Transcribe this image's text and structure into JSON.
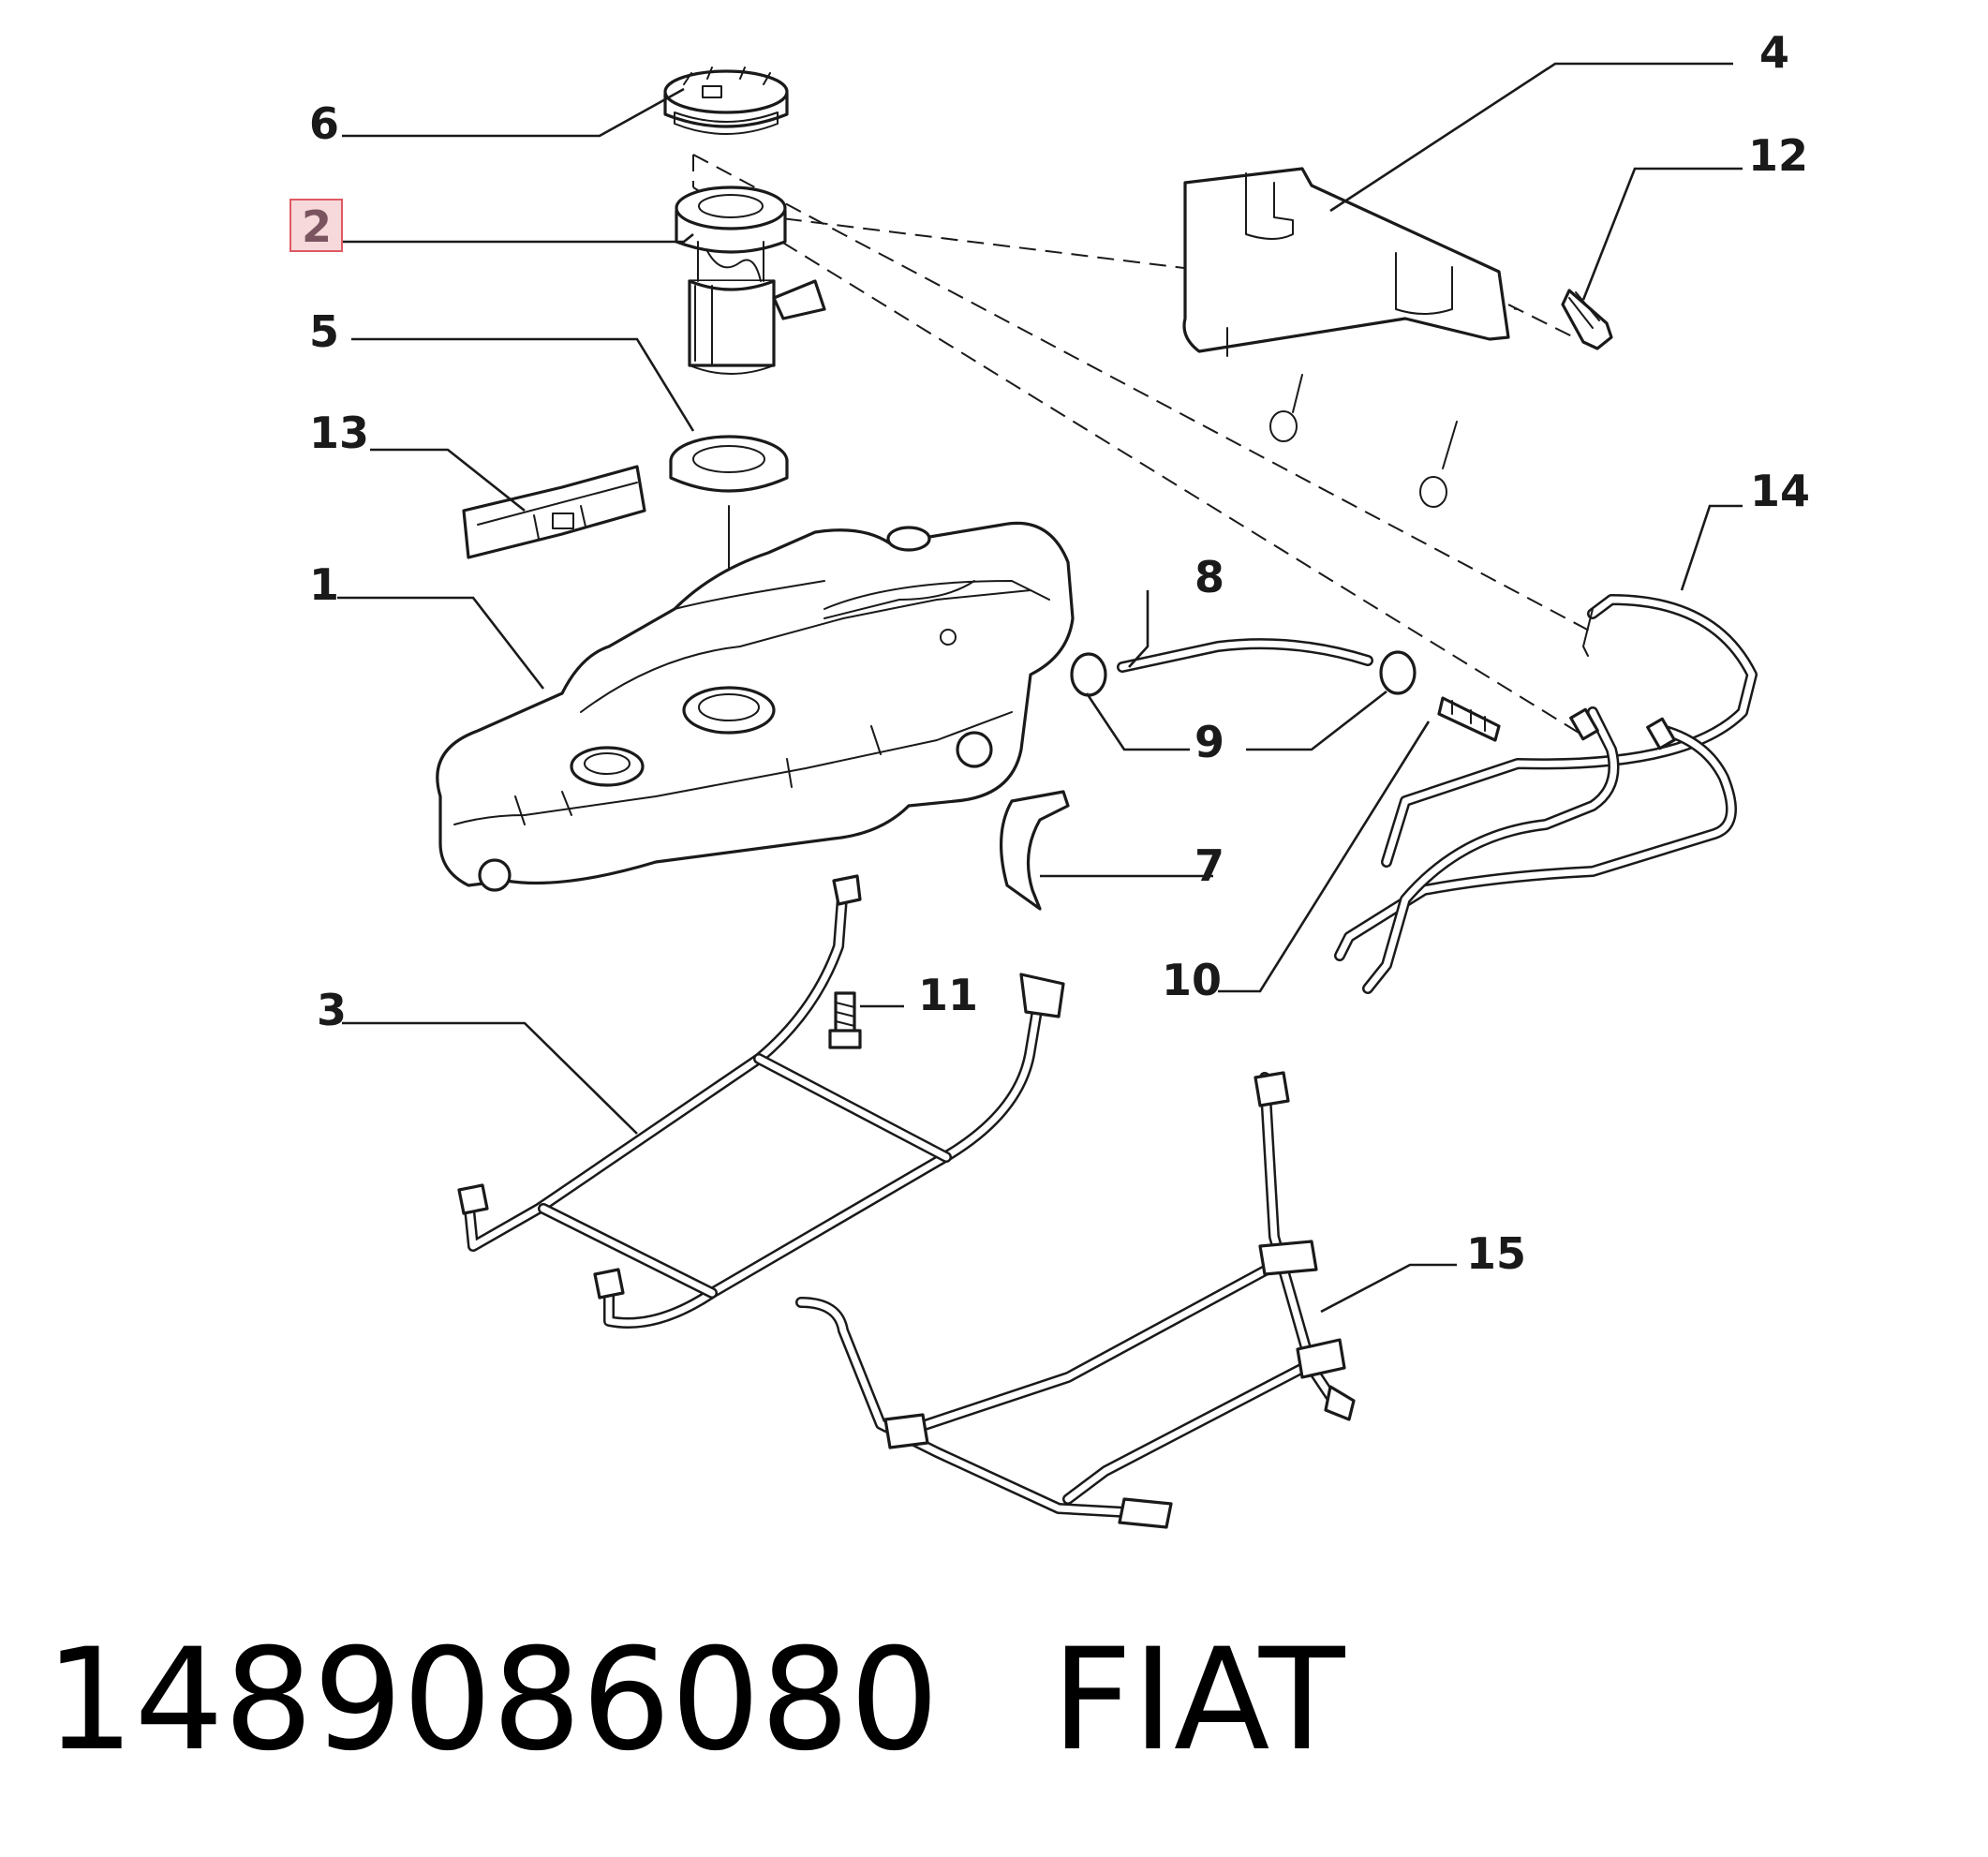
{
  "diagram": {
    "callouts": [
      {
        "id": "1",
        "label": "1"
      },
      {
        "id": "2",
        "label": "2",
        "highlighted": true
      },
      {
        "id": "3",
        "label": "3"
      },
      {
        "id": "4",
        "label": "4"
      },
      {
        "id": "5",
        "label": "5"
      },
      {
        "id": "6",
        "label": "6"
      },
      {
        "id": "7",
        "label": "7"
      },
      {
        "id": "8",
        "label": "8"
      },
      {
        "id": "9",
        "label": "9"
      },
      {
        "id": "10",
        "label": "10"
      },
      {
        "id": "11",
        "label": "11"
      },
      {
        "id": "12",
        "label": "12"
      },
      {
        "id": "13",
        "label": "13"
      },
      {
        "id": "14",
        "label": "14"
      },
      {
        "id": "15",
        "label": "15"
      }
    ],
    "highlight_color": "#f7d9db",
    "line_color": "#1a1a1a"
  },
  "footer": {
    "part_number": "1489086080",
    "brand": "FIAT"
  }
}
